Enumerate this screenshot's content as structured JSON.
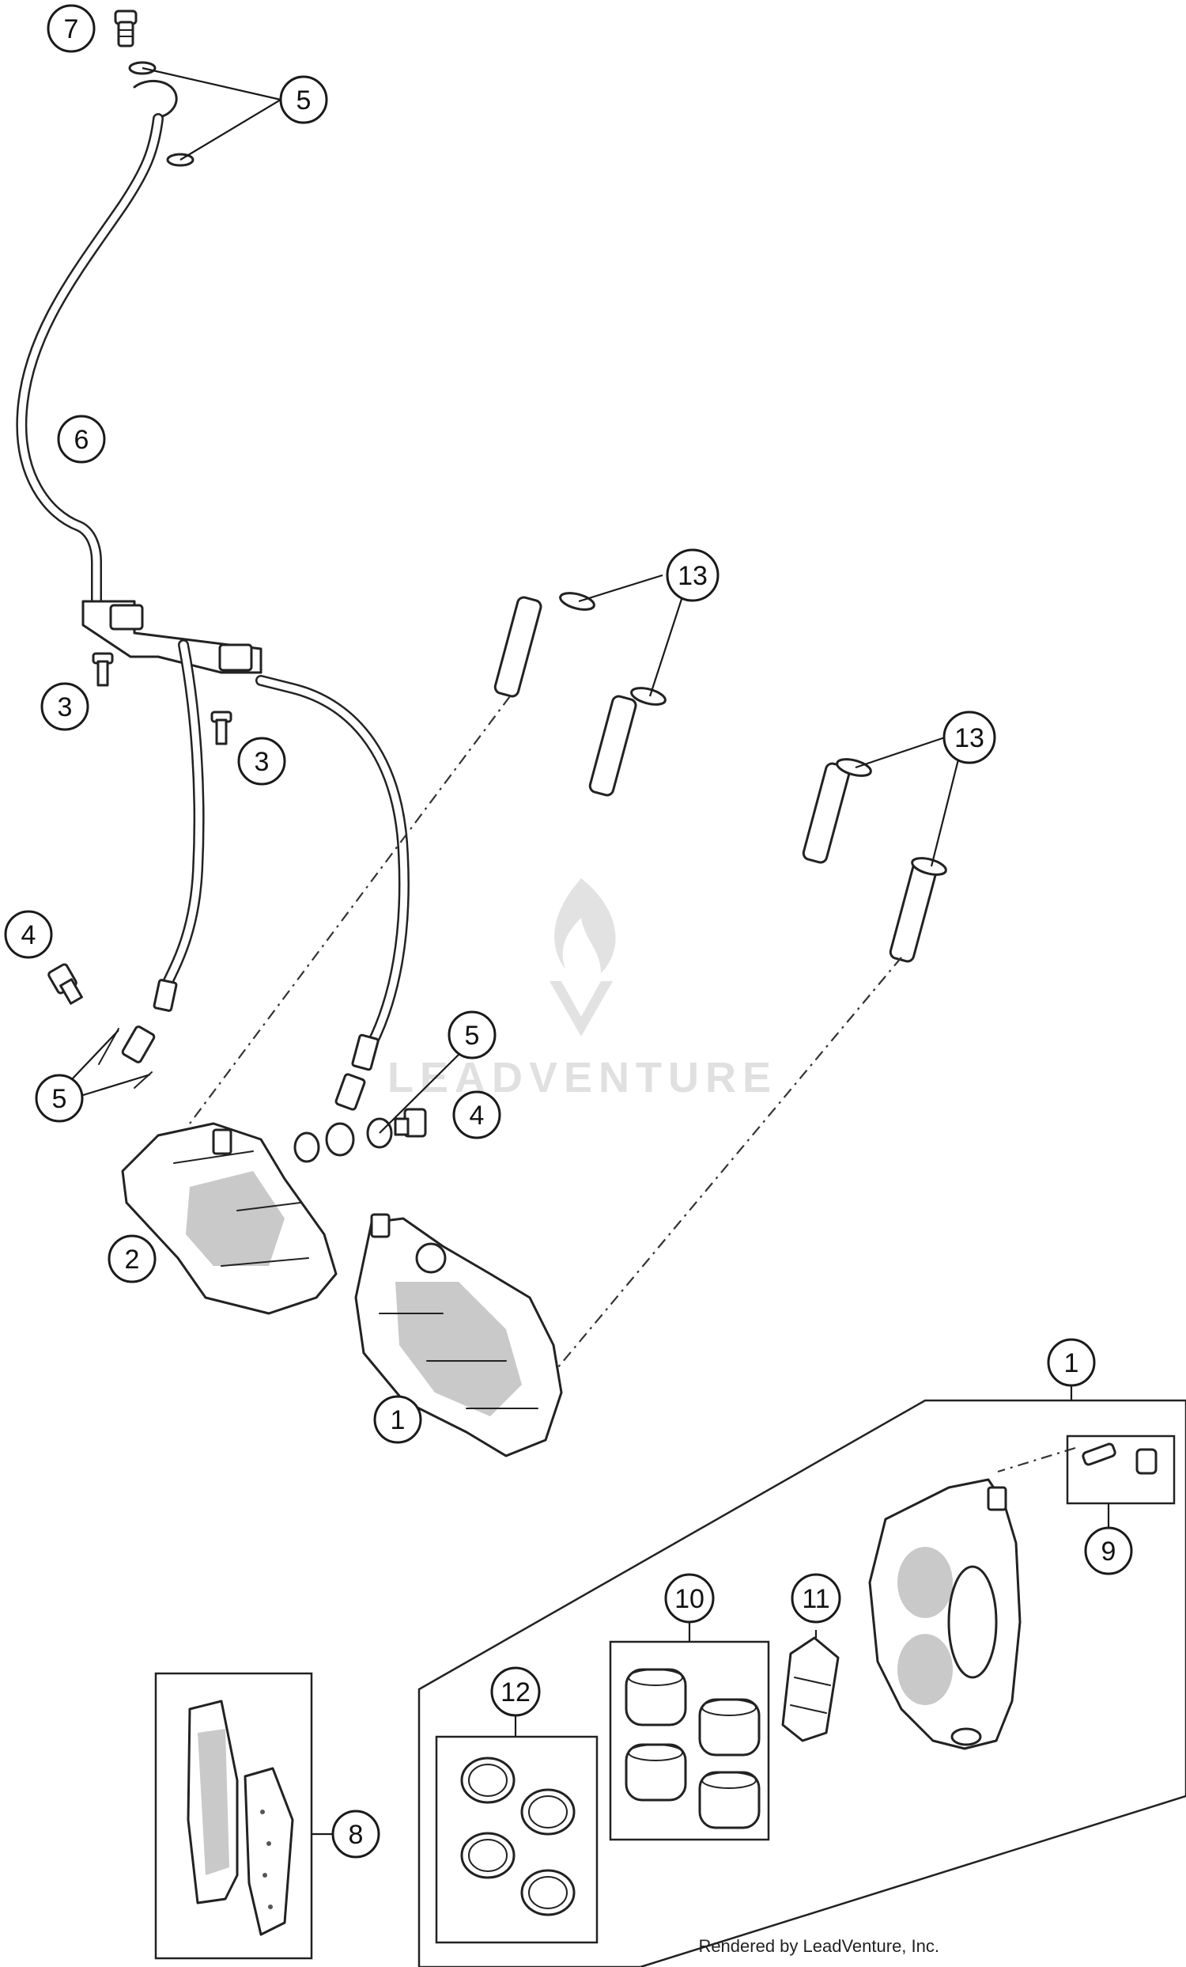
{
  "callouts": [
    {
      "number": "7"
    },
    {
      "number": "5"
    },
    {
      "number": "6"
    },
    {
      "number": "13"
    },
    {
      "number": "3"
    },
    {
      "number": "3"
    },
    {
      "number": "13"
    },
    {
      "number": "4"
    },
    {
      "number": "5"
    },
    {
      "number": "5"
    },
    {
      "number": "4"
    },
    {
      "number": "2"
    },
    {
      "number": "1"
    },
    {
      "number": "1"
    },
    {
      "number": "9"
    },
    {
      "number": "10"
    },
    {
      "number": "11"
    },
    {
      "number": "12"
    },
    {
      "number": "8"
    }
  ],
  "watermark": {
    "brand": "LEADVENTURE"
  },
  "credit": "Rendered by LeadVenture, Inc."
}
